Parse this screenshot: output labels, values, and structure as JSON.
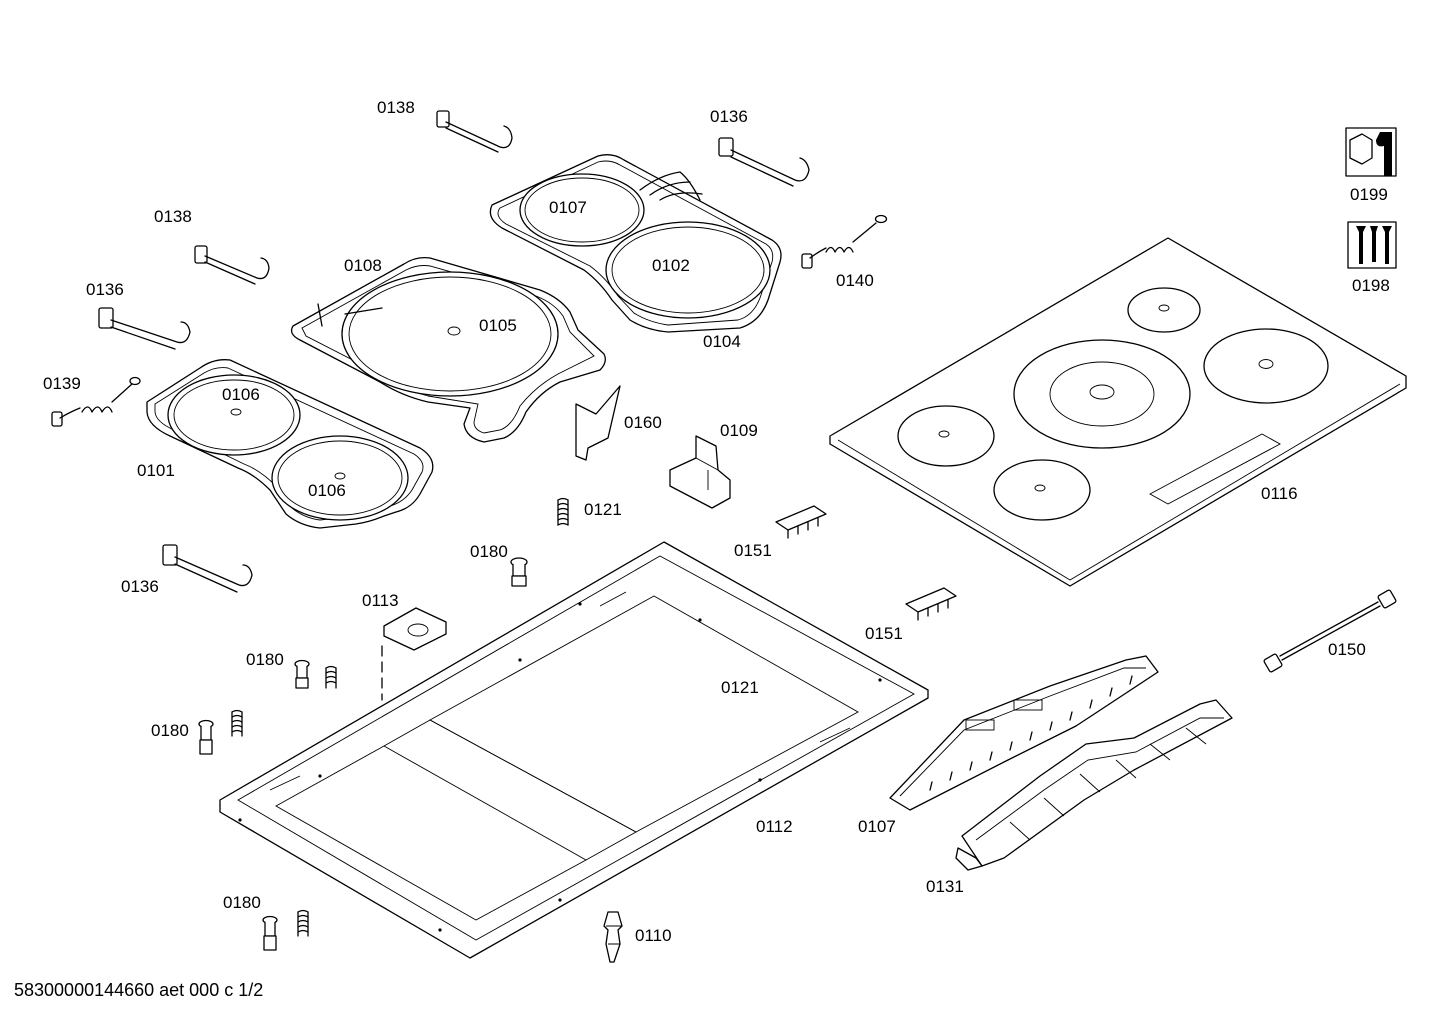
{
  "document_code": "58300000144660 aet 000 c 1/2",
  "callouts": {
    "p0138a": "0138",
    "p0136a": "0136",
    "p0138b": "0138",
    "p0136b": "0136",
    "p0139": "0139",
    "p0107_pan": "0107",
    "p0102": "0102",
    "p0140": "0140",
    "p0104": "0104",
    "p0108": "0108",
    "p0105": "0105",
    "p0106a": "0106",
    "p0106b": "0106",
    "p0101": "0101",
    "p0160": "0160",
    "p0109": "0109",
    "p0121a": "0121",
    "p0151a": "0151",
    "p0136c": "0136",
    "p0180a": "0180",
    "p0113": "0113",
    "p0151b": "0151",
    "p0180b": "0180",
    "p0121b": "0121",
    "p0180c": "0180",
    "p0112": "0112",
    "p0107_board": "0107",
    "p0131": "0131",
    "p0180d": "0180",
    "p0110": "0110",
    "p0116": "0116",
    "p0150": "0150",
    "p0199": "0199",
    "p0198": "0198"
  },
  "icons": {
    "tool_set": "wrench-nut-icon",
    "screw_set": "screw-set-icon"
  }
}
